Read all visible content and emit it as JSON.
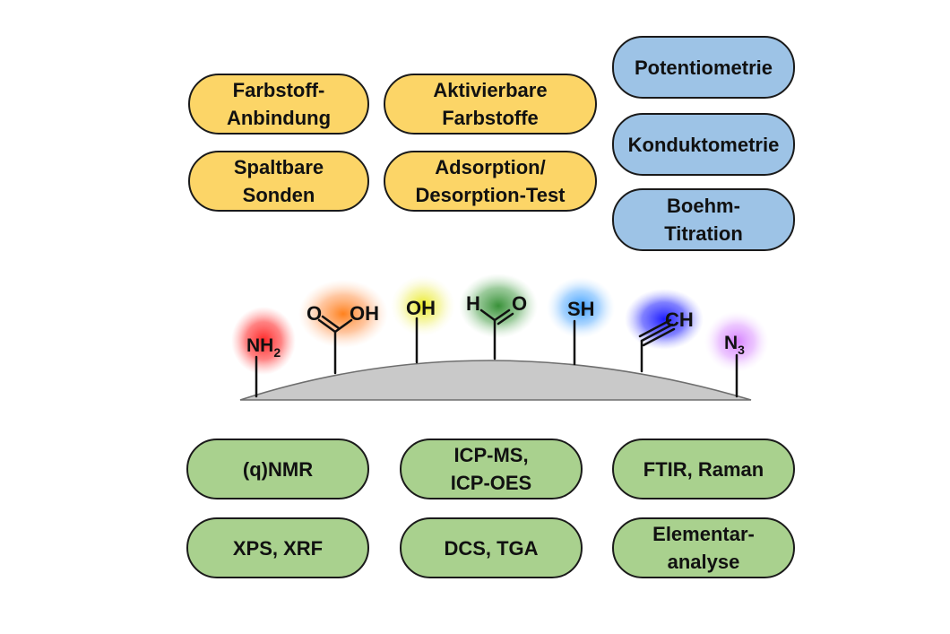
{
  "colors": {
    "yellow_box": "#fcd567",
    "blue_box": "#9dc3e6",
    "green_box": "#a9d18e",
    "surface": "#c9c9c9"
  },
  "yellow_methods": [
    "Farbstoff-\nAnbindung",
    "Aktivierbare\nFarbstoffe",
    "Spaltbare\nSonden",
    "Adsorption/\nDesorption-Test"
  ],
  "blue_methods": [
    "Potentiometrie",
    "Konduktometrie",
    "Boehm-\nTitration"
  ],
  "green_methods": [
    "(q)NMR",
    "ICP-MS,\nICP-OES",
    "FTIR, Raman",
    "XPS, XRF",
    "DCS, TGA",
    "Elementar-\nanalyse"
  ],
  "functional_groups": {
    "amine": {
      "main": "NH",
      "sub": "2",
      "glow": "#ff3b3b"
    },
    "carboxyl": {
      "o": "O",
      "oh": "OH",
      "glow": "#ff8c2a"
    },
    "hydroxyl": {
      "main": "OH",
      "glow": "#e8e84a"
    },
    "aldehyde": {
      "h": "H",
      "o": "O",
      "glow": "#4fa83a"
    },
    "thiol": {
      "main": "SH",
      "glow": "#4aa8ff"
    },
    "alkyne": {
      "main": "CH",
      "glow": "#3a3aff"
    },
    "azide": {
      "main": "N",
      "sub": "3",
      "glow": "#d98cff"
    }
  }
}
